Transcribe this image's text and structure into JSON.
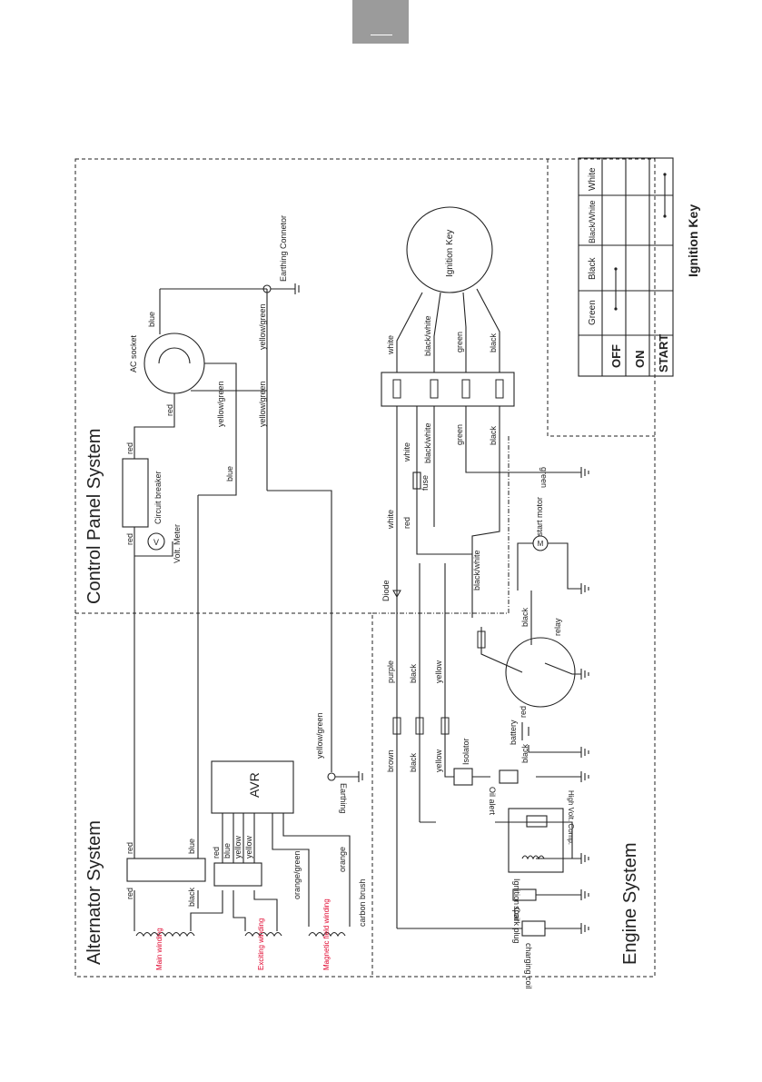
{
  "header_tab": "",
  "sections": {
    "control_panel": "Control Panel System",
    "alternator": "Alternator System",
    "engine": "Engine System"
  },
  "ignition_key_table": {
    "title": "Ignition Key",
    "columns": [
      "Green",
      "Black",
      "Black/White",
      "White"
    ],
    "rows": [
      "OFF",
      "ON",
      "START"
    ]
  },
  "components": {
    "ac_socket": "AC socket",
    "earthing_connector": "Earthing Connetor",
    "circuit_breaker": "Circuit breaker",
    "volt_meter": "Volt. Meter",
    "ignition_key": "Ignition Key",
    "diode": "Diode",
    "fuse": "fuse",
    "start_motor": "start motor",
    "relay": "relay",
    "battery": "battery",
    "avr": "AVR",
    "earthing": "Earthing",
    "isolator": "Isolator",
    "oil_alert": "Oil alert",
    "hv_comp": "High Volt. Comp.",
    "ignition_coil": "Ignition Coil",
    "spark_plug": "spark plug",
    "charging_coil": "charging coil",
    "carbon_brush": "carbon brush",
    "main_winding": "Main winding",
    "exciting_winding": "Exciting winding",
    "magnetic_field_winding": "Magnetic field winding"
  },
  "wires": {
    "red": "red",
    "blue": "blue",
    "black": "black",
    "white": "white",
    "green": "green",
    "yellow": "yellow",
    "purple": "purple",
    "brown": "brown",
    "orange": "orange",
    "black_white": "black/white",
    "yellow_green": "yellow/green",
    "orange_green": "orange/green"
  },
  "colors": {
    "line": "#222222",
    "winding_label": "#e0002a",
    "tab": "#9b9b9b"
  }
}
